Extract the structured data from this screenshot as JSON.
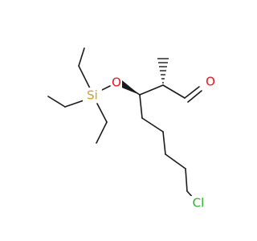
{
  "molecule": {
    "colors": {
      "bond": "#1a1a1a",
      "carbon": "#1a1a1a",
      "oxygen": "#e8141e",
      "silicon": "#d0a020",
      "chlorine": "#22b422"
    },
    "atoms": {
      "silicon": "Si",
      "ether_oxygen": "O",
      "aldehyde_oxygen": "O",
      "chlorine": "Cl"
    }
  }
}
